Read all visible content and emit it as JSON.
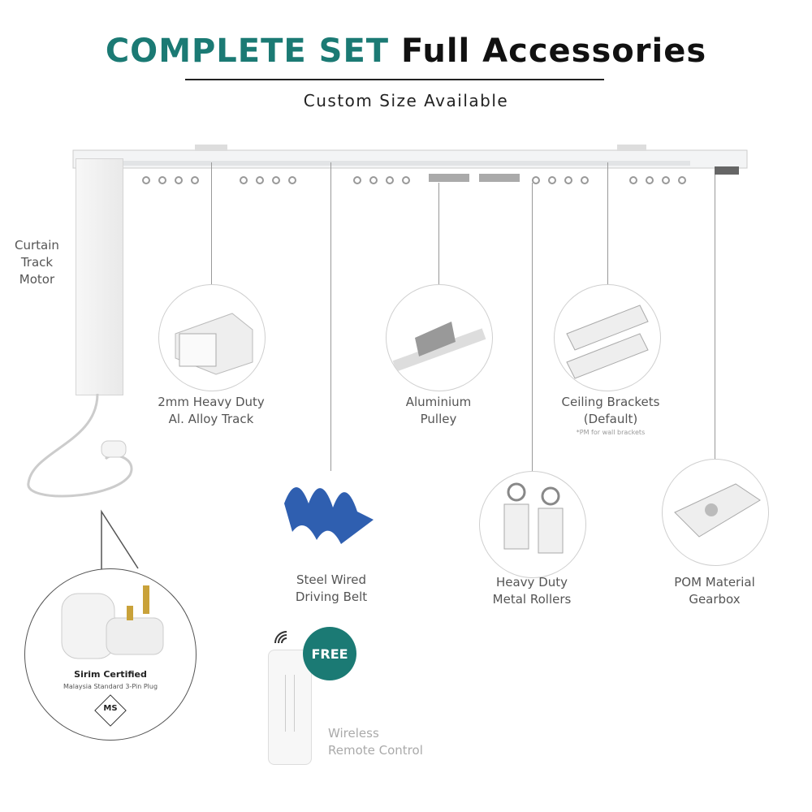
{
  "header": {
    "title_accent": "COMPLETE SET",
    "title_rest": "Full Accessories",
    "subtitle": "Custom Size Available"
  },
  "parts": {
    "motor": "Curtain\nTrack\nMotor",
    "track": [
      "2mm Heavy Duty",
      "Al. Alloy Track"
    ],
    "pulley": [
      "Aluminium",
      "Pulley"
    ],
    "brackets": [
      "Ceiling Brackets",
      "(Default)"
    ],
    "brackets_note": "*PM for wall brackets",
    "belt": [
      "Steel Wired",
      "Driving Belt"
    ],
    "rollers": [
      "Heavy Duty",
      "Metal Rollers"
    ],
    "gearbox": [
      "POM Material",
      "Gearbox"
    ]
  },
  "plug": {
    "title": "Sirim Certified",
    "caption": "Malaysia Standard 3-Pin Plug",
    "logo": "MS"
  },
  "remote": {
    "badge": "FREE",
    "label": [
      "Wireless",
      "Remote Control"
    ]
  },
  "colors": {
    "accent": "#1b7a74",
    "belt": "#2f5fb0"
  }
}
